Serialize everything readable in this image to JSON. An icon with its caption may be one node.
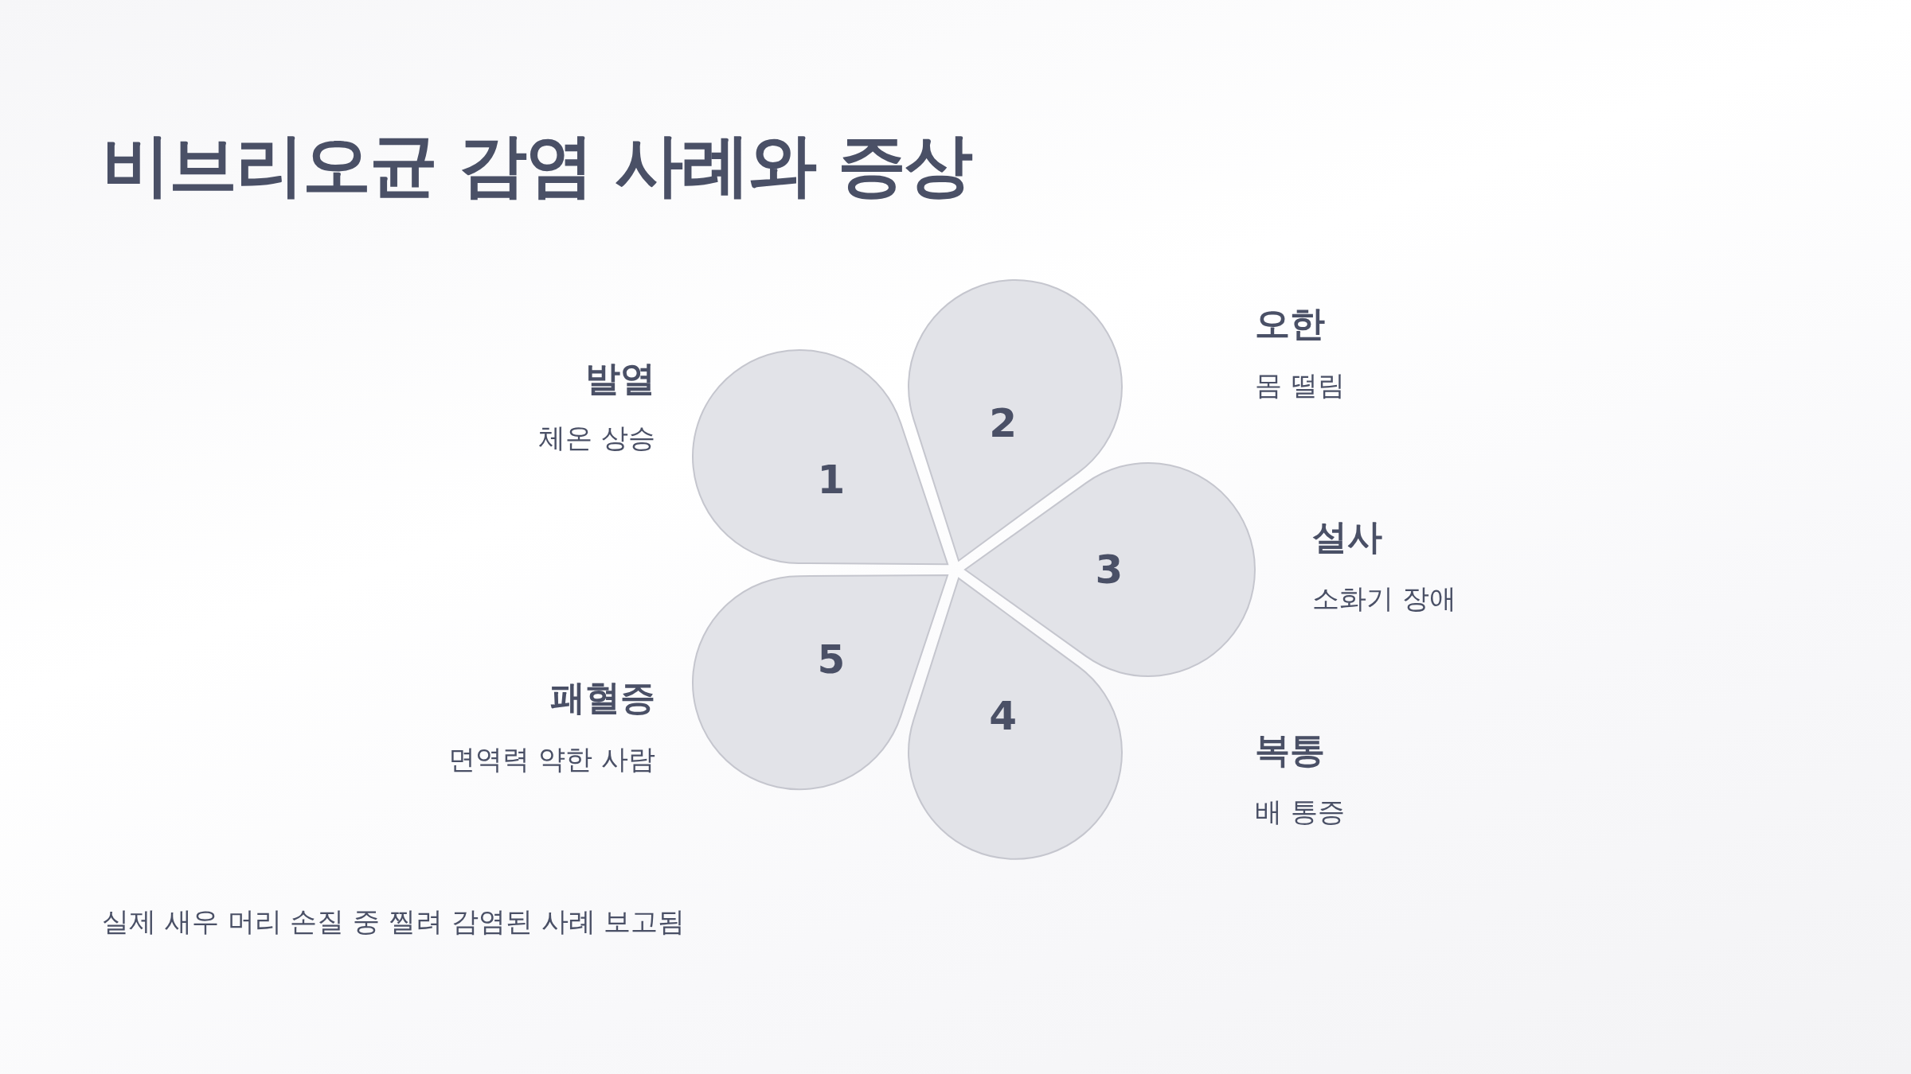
{
  "diagram": {
    "title": "비브리오균 감염 사례와 증상",
    "caption": "실제 새우 머리 손질 중 찔려 감염된 사례 보고됨",
    "nodes": [
      {
        "text": [
          "1"
        ],
        "beside": [
          "발열",
          "체온 상승"
        ]
      },
      {
        "text": [
          "2"
        ],
        "beside": [
          "오한",
          "몸 떨림"
        ]
      },
      {
        "text": [
          "3"
        ],
        "beside": [
          "설사",
          "소화기 장애"
        ]
      },
      {
        "text": [
          "4"
        ],
        "beside": [
          "복통",
          "배 통증"
        ]
      },
      {
        "text": [
          "5"
        ],
        "beside": [
          "패혈증",
          "면역력 약한 사람"
        ]
      }
    ]
  }
}
